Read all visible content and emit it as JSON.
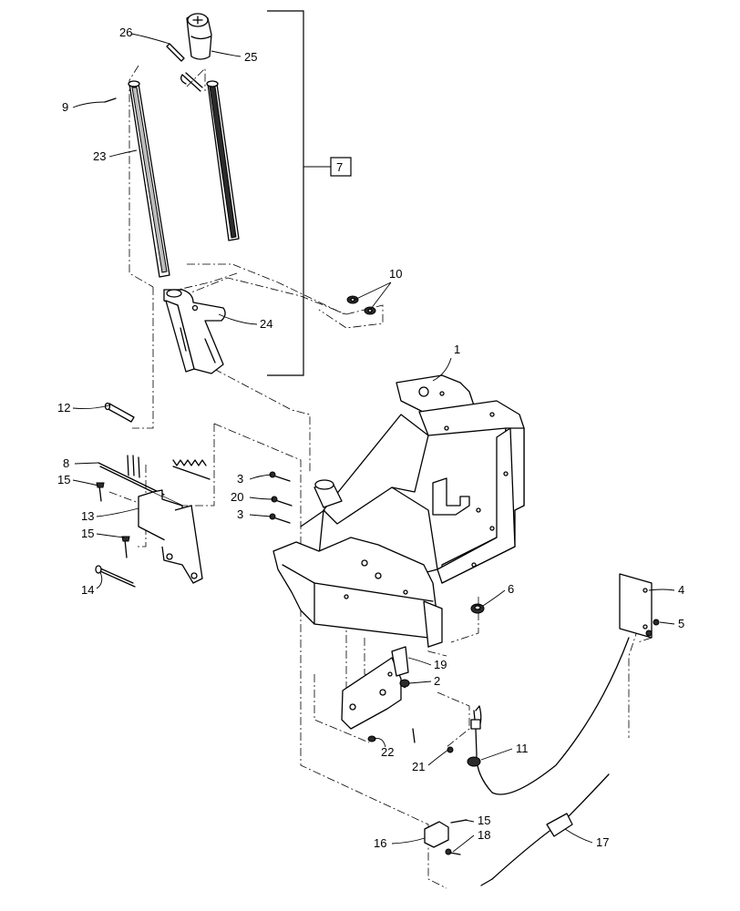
{
  "callouts": {
    "c1": "1",
    "c2": "2",
    "c3a": "3",
    "c3b": "3",
    "c4": "4",
    "c5": "5",
    "c6": "6",
    "c7": "7",
    "c8": "8",
    "c9": "9",
    "c10": "10",
    "c11": "11",
    "c12": "12",
    "c13": "13",
    "c14": "14",
    "c15a": "15",
    "c15b": "15",
    "c15c": "15",
    "c16": "16",
    "c17": "17",
    "c18": "18",
    "c19": "19",
    "c20": "20",
    "c21": "21",
    "c22": "22",
    "c23": "23",
    "c24": "24",
    "c25": "25",
    "c26": "26"
  }
}
